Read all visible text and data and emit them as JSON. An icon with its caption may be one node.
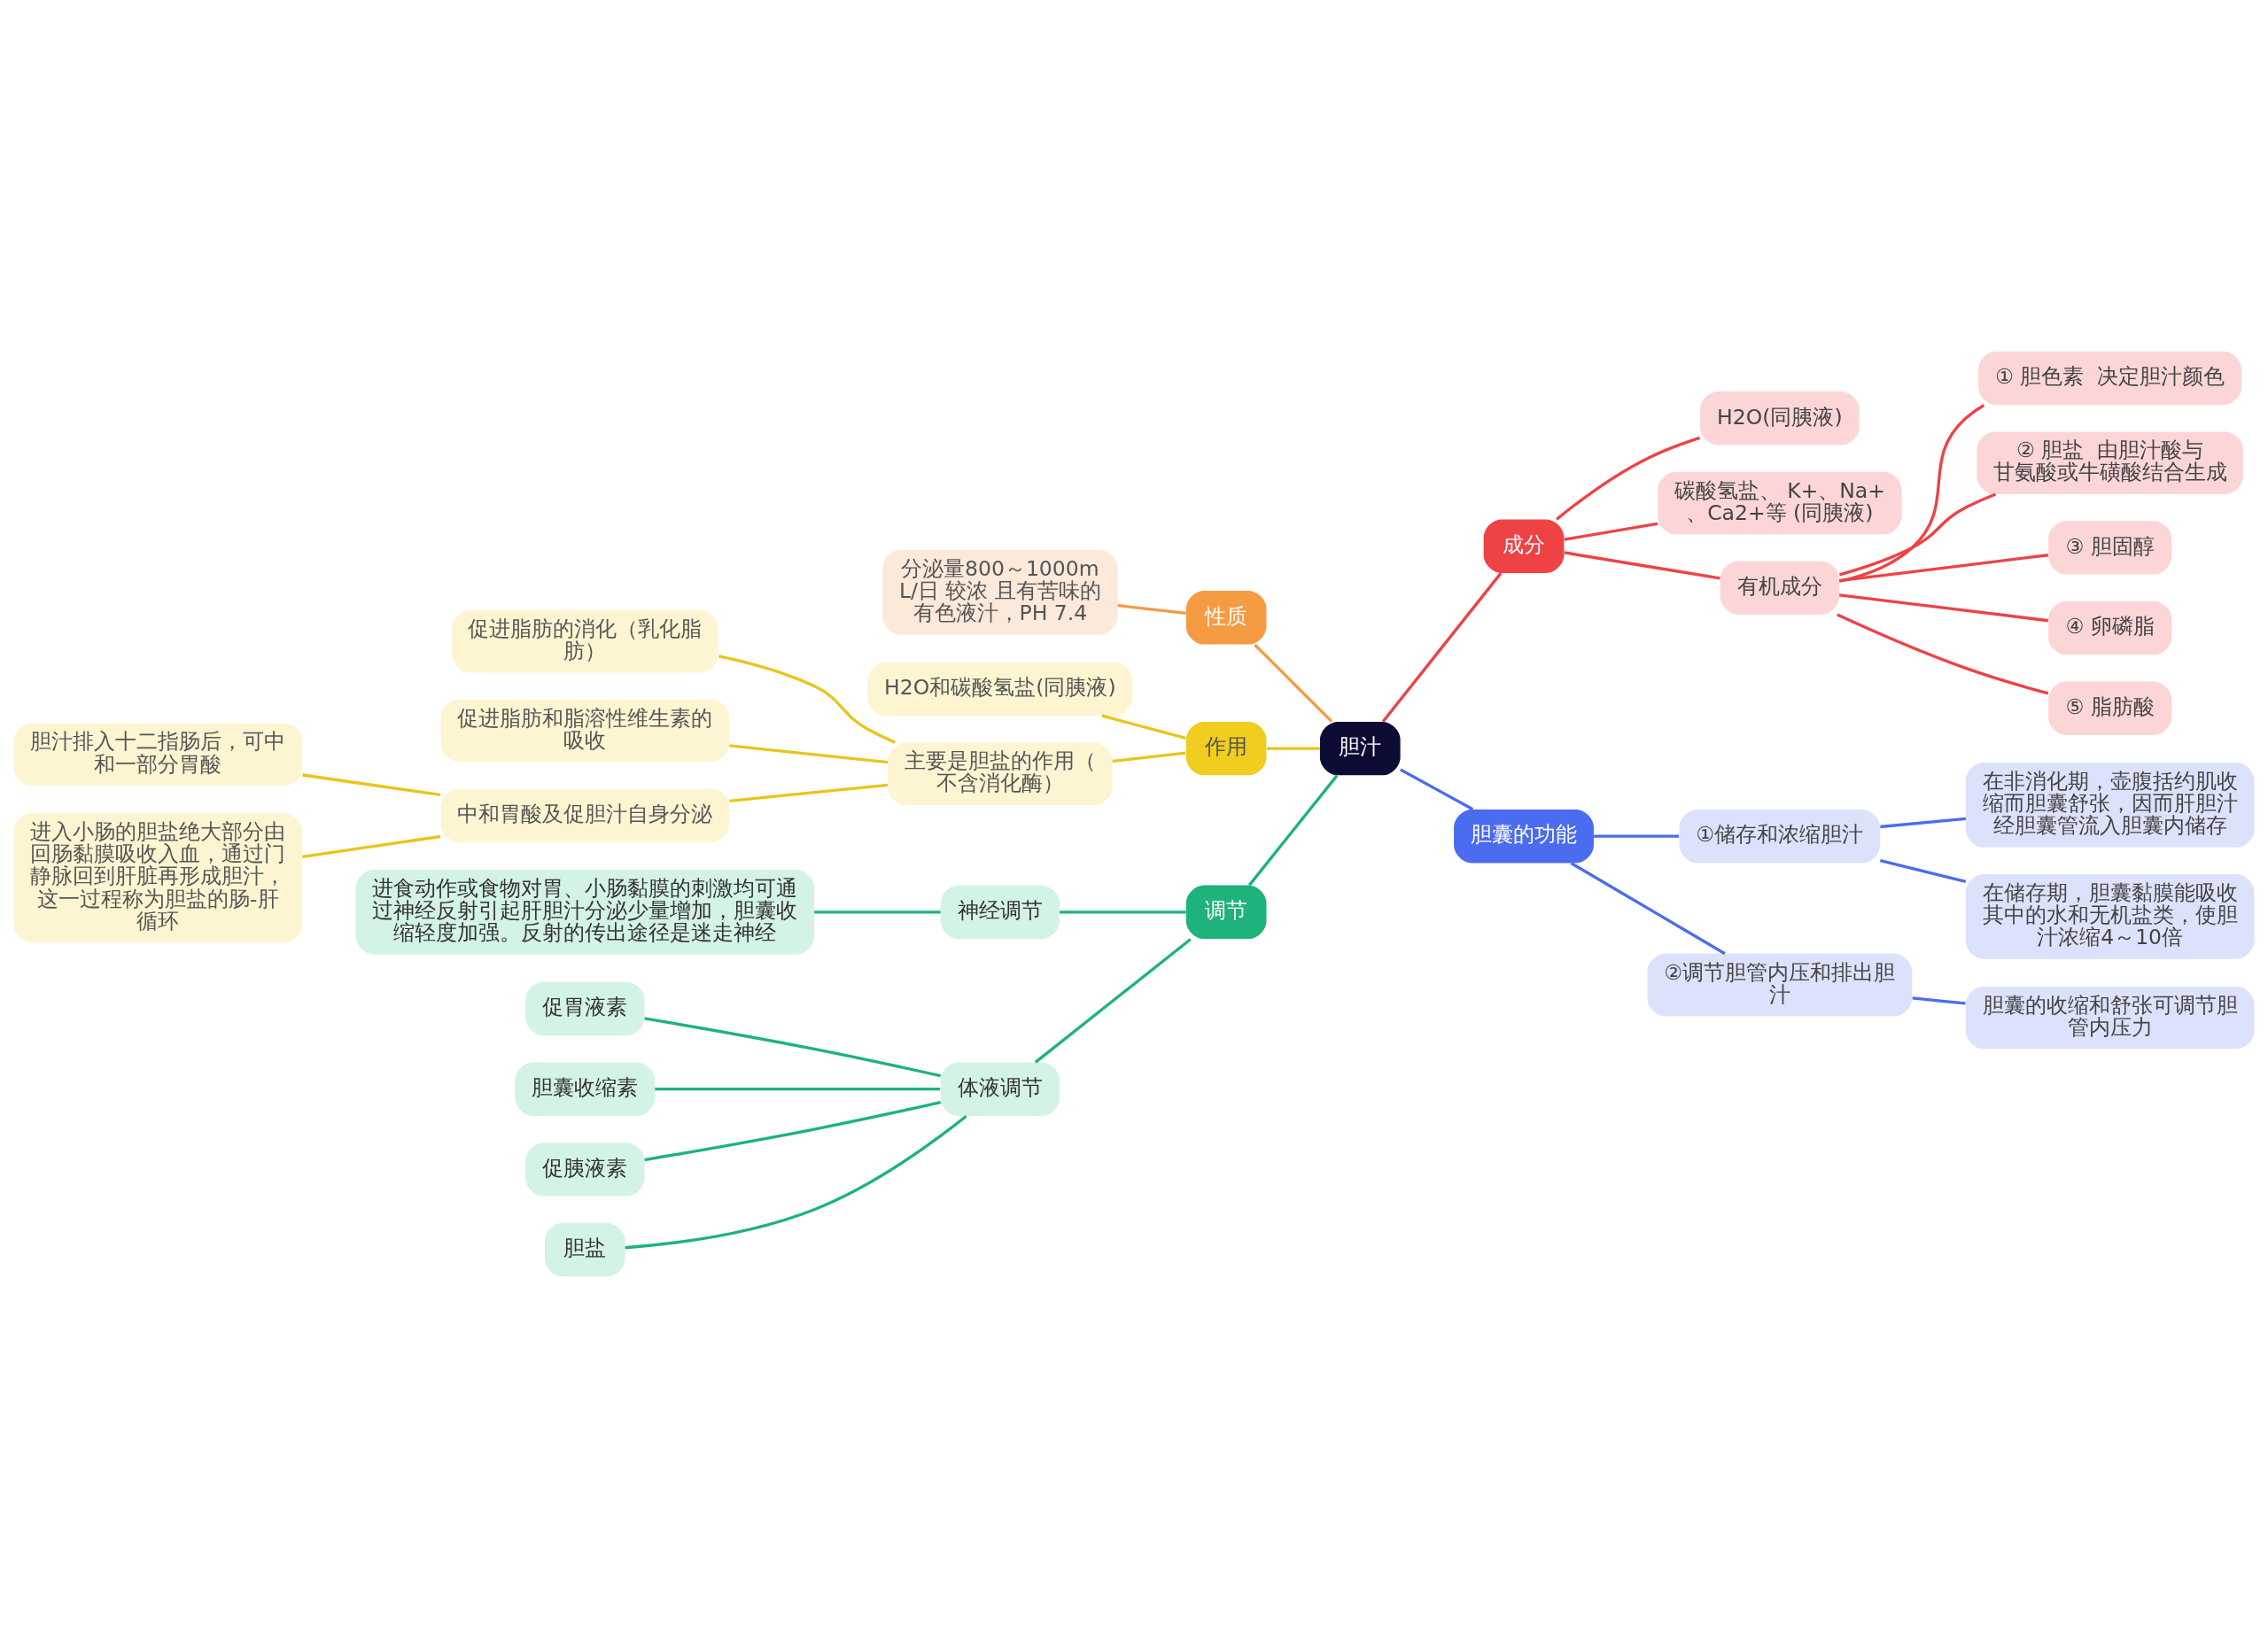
{
  "diagram": {
    "nodes": [
      {
        "text": [
          "胆汁"
        ]
      },
      {
        "text": [
          "性质"
        ]
      },
      {
        "text": [
          "分泌量800～1000mL/日 较浓 且有苦味的有色液汁，PH 7.4"
        ]
      },
      {
        "text": [
          "作用"
        ]
      },
      {
        "text": [
          "H2O和碳酸氢盐(同胰液)"
        ]
      },
      {
        "text": [
          "主要是胆盐的作用（不含消化酶）"
        ]
      },
      {
        "text": [
          "促进脂肪的消化（乳化脂肪）"
        ]
      },
      {
        "text": [
          "促进脂肪和脂溶性维生素的吸收"
        ]
      },
      {
        "text": [
          "中和胃酸及促胆汁自身分泌"
        ]
      },
      {
        "text": [
          "胆汁排入十二指肠后，可中和一部分胃酸"
        ]
      },
      {
        "text": [
          "进入小肠的胆盐绝大部分由回肠黏膜吸收入血，通过门静脉回到肝脏再形成胆汁，这一过程称为胆盐的肠-肝循环"
        ]
      },
      {
        "text": [
          "调节"
        ]
      },
      {
        "text": [
          "神经调节"
        ]
      },
      {
        "text": [
          "进食动作或食物对胃、小肠黏膜的刺激均可通过神经反射引起肝胆汁分泌少量增加，胆囊收缩轻度加强。反射的传出途径是迷走神经"
        ]
      },
      {
        "text": [
          "体液调节"
        ]
      },
      {
        "text": [
          "促胃液素"
        ]
      },
      {
        "text": [
          "胆囊收缩素"
        ]
      },
      {
        "text": [
          "促胰液素"
        ]
      },
      {
        "text": [
          "胆盐"
        ]
      },
      {
        "text": [
          "成分"
        ]
      },
      {
        "text": [
          "H2O(同胰液)"
        ]
      },
      {
        "text": [
          "碳酸氢盐、 K+、Na+、Ca2+等 (同胰液)"
        ]
      },
      {
        "text": [
          "有机成分"
        ]
      },
      {
        "text": [
          "① 胆色素  决定胆汁颜色"
        ]
      },
      {
        "text": [
          "② 胆盐  由胆汁酸与甘氨酸或牛磺酸结合生成"
        ]
      },
      {
        "text": [
          "③ 胆固醇"
        ]
      },
      {
        "text": [
          "④ 卵磷脂"
        ]
      },
      {
        "text": [
          "⑤ 脂肪酸"
        ]
      },
      {
        "text": [
          "胆囊的功能"
        ]
      },
      {
        "text": [
          "①储存和浓缩胆汁"
        ]
      },
      {
        "text": [
          "在非消化期，壶腹括约肌收缩而胆囊舒张，因而肝胆汁经胆囊管流入胆囊内储存"
        ]
      },
      {
        "text": [
          "在储存期，胆囊黏膜能吸收其中的水和无机盐类，使胆汁浓缩4～10倍"
        ]
      },
      {
        "text": [
          "②调节胆管内压和排出胆汁"
        ]
      },
      {
        "text": [
          "胆囊的收缩和舒张可调节胆管内压力"
        ]
      }
    ],
    "edges": [
      {
        "from": 0,
        "to": 1,
        "arrow": "none",
        "color": "#f59b42"
      },
      {
        "from": 1,
        "to": 2,
        "arrow": "none",
        "color": "#f59b42"
      },
      {
        "from": 0,
        "to": 3,
        "arrow": "none",
        "color": "#e8c51c"
      },
      {
        "from": 3,
        "to": 4,
        "arrow": "none",
        "color": "#e8c51c"
      },
      {
        "from": 3,
        "to": 5,
        "arrow": "none",
        "color": "#e8c51c"
      },
      {
        "from": 5,
        "to": 6,
        "arrow": "none",
        "color": "#e8c51c"
      },
      {
        "from": 5,
        "to": 7,
        "arrow": "none",
        "color": "#e8c51c"
      },
      {
        "from": 5,
        "to": 8,
        "arrow": "none",
        "color": "#e8c51c"
      },
      {
        "from": 8,
        "to": 9,
        "arrow": "none",
        "color": "#e8c51c"
      },
      {
        "from": 8,
        "to": 10,
        "arrow": "none",
        "color": "#e8c51c"
      },
      {
        "from": 0,
        "to": 11,
        "arrow": "none",
        "color": "#1db37a"
      },
      {
        "from": 11,
        "to": 12,
        "arrow": "none",
        "color": "#1db37a"
      },
      {
        "from": 12,
        "to": 13,
        "arrow": "none",
        "color": "#1db37a"
      },
      {
        "from": 11,
        "to": 14,
        "arrow": "none",
        "color": "#1db37a"
      },
      {
        "from": 14,
        "to": 15,
        "arrow": "none",
        "color": "#1db37a"
      },
      {
        "from": 14,
        "to": 16,
        "arrow": "none",
        "color": "#1db37a"
      },
      {
        "from": 14,
        "to": 17,
        "arrow": "none",
        "color": "#1db37a"
      },
      {
        "from": 14,
        "to": 18,
        "arrow": "none",
        "color": "#1db37a"
      },
      {
        "from": 0,
        "to": 19,
        "arrow": "none",
        "color": "#ee4245"
      },
      {
        "from": 19,
        "to": 20,
        "arrow": "none",
        "color": "#ee4245"
      },
      {
        "from": 19,
        "to": 21,
        "arrow": "none",
        "color": "#ee4245"
      },
      {
        "from": 19,
        "to": 22,
        "arrow": "none",
        "color": "#ee4245"
      },
      {
        "from": 22,
        "to": 23,
        "arrow": "none",
        "color": "#ee4245"
      },
      {
        "from": 22,
        "to": 24,
        "arrow": "none",
        "color": "#ee4245"
      },
      {
        "from": 22,
        "to": 25,
        "arrow": "none",
        "color": "#ee4245"
      },
      {
        "from": 22,
        "to": 26,
        "arrow": "none",
        "color": "#ee4245"
      },
      {
        "from": 22,
        "to": 27,
        "arrow": "none",
        "color": "#ee4245"
      },
      {
        "from": 0,
        "to": 28,
        "arrow": "none",
        "color": "#4a6cf0"
      },
      {
        "from": 28,
        "to": 29,
        "arrow": "none",
        "color": "#4a6cf0"
      },
      {
        "from": 29,
        "to": 30,
        "arrow": "none",
        "color": "#4a6cf0"
      },
      {
        "from": 29,
        "to": 31,
        "arrow": "none",
        "color": "#4a6cf0"
      },
      {
        "from": 28,
        "to": 32,
        "arrow": "none",
        "color": "#4a6cf0"
      },
      {
        "from": 32,
        "to": 33,
        "arrow": "none",
        "color": "#4a6cf0"
      }
    ]
  }
}
